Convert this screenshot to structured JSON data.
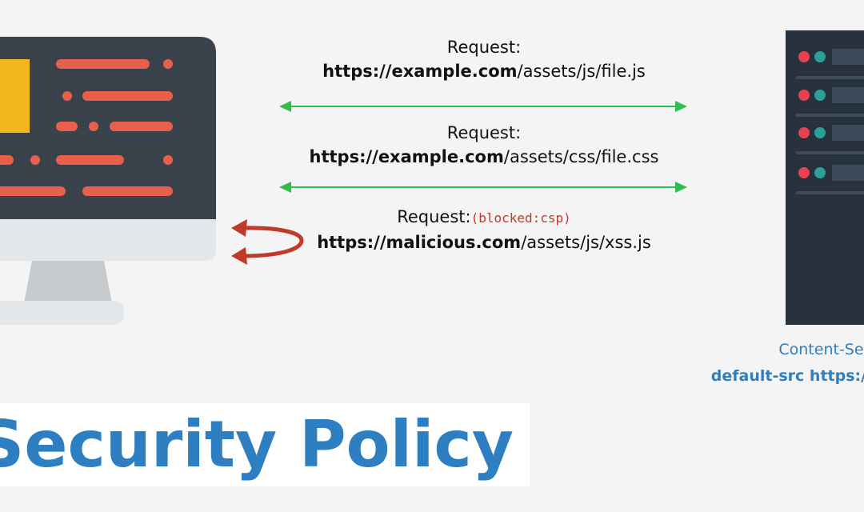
{
  "requests": [
    {
      "label": "Request:",
      "domain": "https://example.com",
      "path": "/assets/js/file.js"
    },
    {
      "label": "Request:",
      "domain": "https://example.com",
      "path": "/assets/css/file.css"
    },
    {
      "label": "Request:",
      "status": "(blocked:csp)",
      "domain": "https://malicious.com",
      "path": "/assets/js/xss.js"
    }
  ],
  "server_caption": {
    "header": "Content-Sec",
    "directive": "default-src https://"
  },
  "title": "nt Security Policy",
  "icons": {
    "client": "desktop-monitor-icon",
    "server": "server-rack-icon"
  },
  "colors": {
    "allowed_arrow": "#2ebd4e",
    "blocked_arrow": "#c0392b",
    "accent_blue": "#2e7ec2",
    "monitor_screen": "#3a434c",
    "code_lines": "#e8604c",
    "highlight_block": "#f0b81e",
    "server_body": "#27323c"
  }
}
